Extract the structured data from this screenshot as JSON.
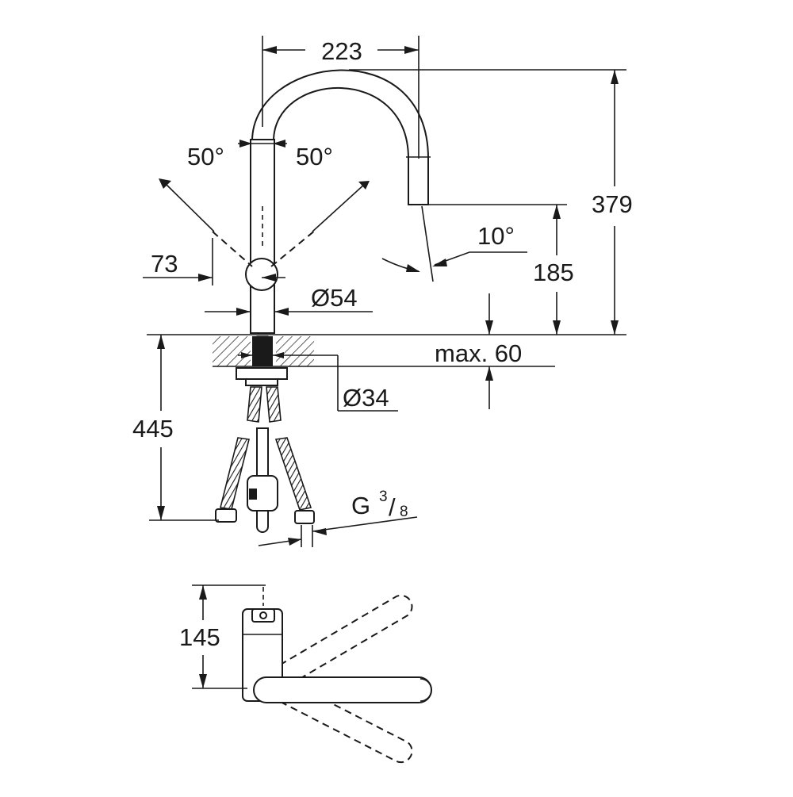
{
  "drawing": {
    "dimensions": {
      "width_top": "223",
      "angle_left": "50°",
      "angle_right": "50°",
      "height_total": "379",
      "angle_spray": "10°",
      "height_outlet": "185",
      "handle_offset": "73",
      "body_diameter": "Ø54",
      "deck_thickness": "max. 60",
      "hole_diameter": "Ø34",
      "hose_length": "445",
      "thread": "G",
      "thread_num": "3",
      "thread_den": "8",
      "plan_depth": "145"
    }
  }
}
